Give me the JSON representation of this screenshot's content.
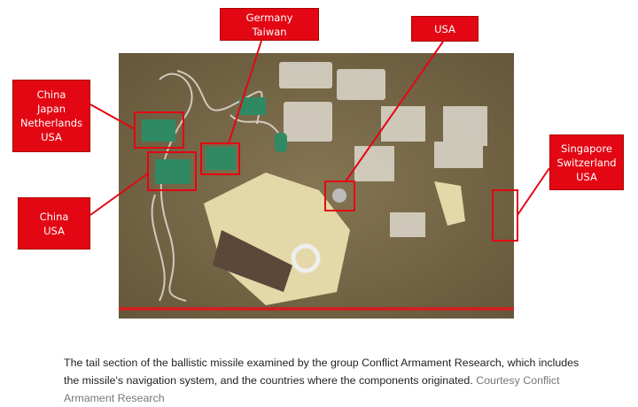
{
  "figure": {
    "labels": [
      {
        "id": "germany-taiwan",
        "lines": [
          "Germany",
          "Taiwan"
        ]
      },
      {
        "id": "usa-top",
        "lines": [
          "USA"
        ]
      },
      {
        "id": "china-japan-netherlands-usa",
        "lines": [
          "China",
          "Japan",
          "Netherlands",
          "USA"
        ]
      },
      {
        "id": "china-usa",
        "lines": [
          "China",
          "USA"
        ]
      },
      {
        "id": "singapore-switzerland-usa",
        "lines": [
          "Singapore",
          "Switzerland",
          "USA"
        ]
      }
    ],
    "colors": {
      "label_bg": "#e30613",
      "background_cloth": "#7a6a45"
    }
  },
  "caption": {
    "text": "The tail section of the ballistic missile examined by the group Conflict Armament Research, which includes the missile's navigation system, and the countries where the components originated.",
    "credit": "Courtesy Conflict Armament Research"
  }
}
